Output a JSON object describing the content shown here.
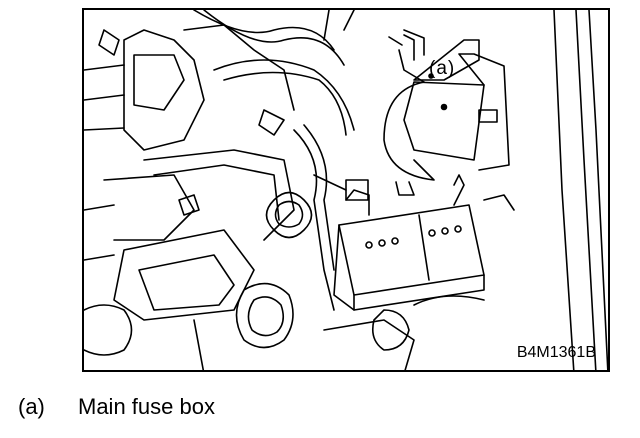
{
  "figure": {
    "callout_label": "(a)",
    "figure_code": "B4M1361B"
  },
  "legend": [
    {
      "key": "(a)",
      "text": "Main fuse box"
    }
  ]
}
